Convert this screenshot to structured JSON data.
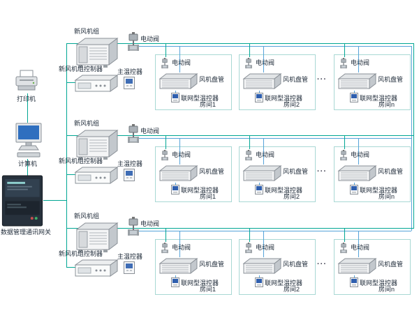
{
  "colors": {
    "wire_green": "#00a693",
    "wire_blue": "#55a3d9",
    "room_border": "#a8d8d4",
    "screen_blue": "#2f6fbf"
  },
  "icons": {
    "printer": "printer-3d",
    "computer": "desktop-monitor",
    "gateway": "gateway-box",
    "ahu": "air-handling-unit",
    "valve": "motorized-valve",
    "controller": "controller-panel",
    "thermostat": "wall-thermostat",
    "fan_coil": "fan-coil-unit",
    "net_thermostat": "networked-thermostat"
  },
  "left_panel": {
    "printer_label": "打印机",
    "computer_label": "计算机",
    "gateway_label": "数据管理通讯网关"
  },
  "rows": [
    {
      "ahu_label": "新风机组",
      "valve_label": "电动阀",
      "controller_label": "新风机组控制器",
      "main_thermostat_label": "主温控器",
      "ellipsis": "···",
      "rooms": [
        {
          "valve_label": "电动阀",
          "fan_coil_label": "风机盘管",
          "thermostat_label": "联网型温控器",
          "room_label": "房间1"
        },
        {
          "valve_label": "电动阀",
          "fan_coil_label": "风机盘管",
          "thermostat_label": "联网型温控器",
          "room_label": "房间2"
        },
        {
          "valve_label": "电动阀",
          "fan_coil_label": "风机盘管",
          "thermostat_label": "联网型温控器",
          "room_label": "房间n"
        }
      ]
    },
    {
      "ahu_label": "新风机组",
      "valve_label": "电动阀",
      "controller_label": "新风机组控制器",
      "main_thermostat_label": "主温控器",
      "ellipsis": "···",
      "rooms": [
        {
          "valve_label": "电动阀",
          "fan_coil_label": "风机盘管",
          "thermostat_label": "联网型温控器",
          "room_label": "房间1"
        },
        {
          "valve_label": "电动阀",
          "fan_coil_label": "风机盘管",
          "thermostat_label": "联网型温控器",
          "room_label": "房间2"
        },
        {
          "valve_label": "电动阀",
          "fan_coil_label": "风机盘管",
          "thermostat_label": "联网型温控器",
          "room_label": "房间n"
        }
      ]
    },
    {
      "ahu_label": "新风机组",
      "valve_label": "电动阀",
      "controller_label": "新风机组控制器",
      "main_thermostat_label": "主温控器",
      "ellipsis": "···",
      "rooms": [
        {
          "valve_label": "电动阀",
          "fan_coil_label": "风机盘管",
          "thermostat_label": "联网型温控器",
          "room_label": "房间1"
        },
        {
          "valve_label": "电动阀",
          "fan_coil_label": "风机盘管",
          "thermostat_label": "联网型温控器",
          "room_label": "房间2"
        },
        {
          "valve_label": "电动阀",
          "fan_coil_label": "风机盘管",
          "thermostat_label": "联网型温控器",
          "room_label": "房间n"
        }
      ]
    }
  ]
}
